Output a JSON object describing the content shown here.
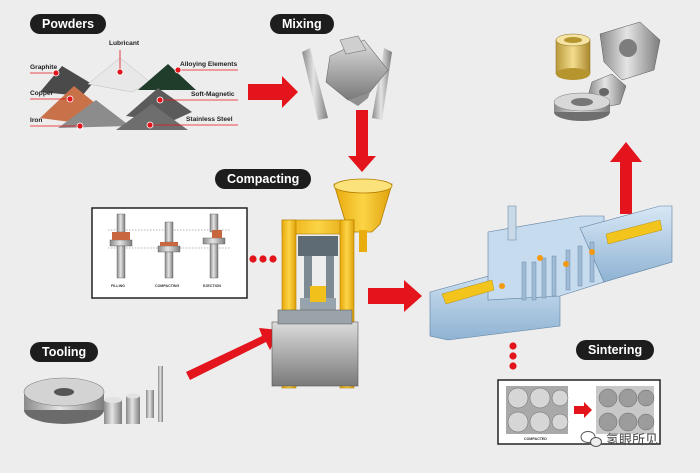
{
  "stages": {
    "powders": "Powders",
    "mixing": "Mixing",
    "compacting": "Compacting",
    "tooling": "Tooling",
    "sintering": "Sintering"
  },
  "powder_labels": {
    "lubricant": "Lubricant",
    "graphite": "Graphite",
    "alloying": "Alloying Elements",
    "copper": "Copper",
    "soft_magnetic": "Soft-Magnetic",
    "iron": "Iron",
    "stainless": "Stainless Steel"
  },
  "compacting_steps": [
    "FILLING",
    "COMPACTING",
    "EJECTION"
  ],
  "sintering_inset_label": "COMPACTED",
  "watermark": "氢眼所见",
  "colors": {
    "arrow": "#e3141b",
    "press_frame": "#f7c31a",
    "label_bg": "#1d1d1d",
    "furnace": "#b9d3ea",
    "parts_brass": "#e5c870",
    "metal": "#b5b5b5"
  }
}
